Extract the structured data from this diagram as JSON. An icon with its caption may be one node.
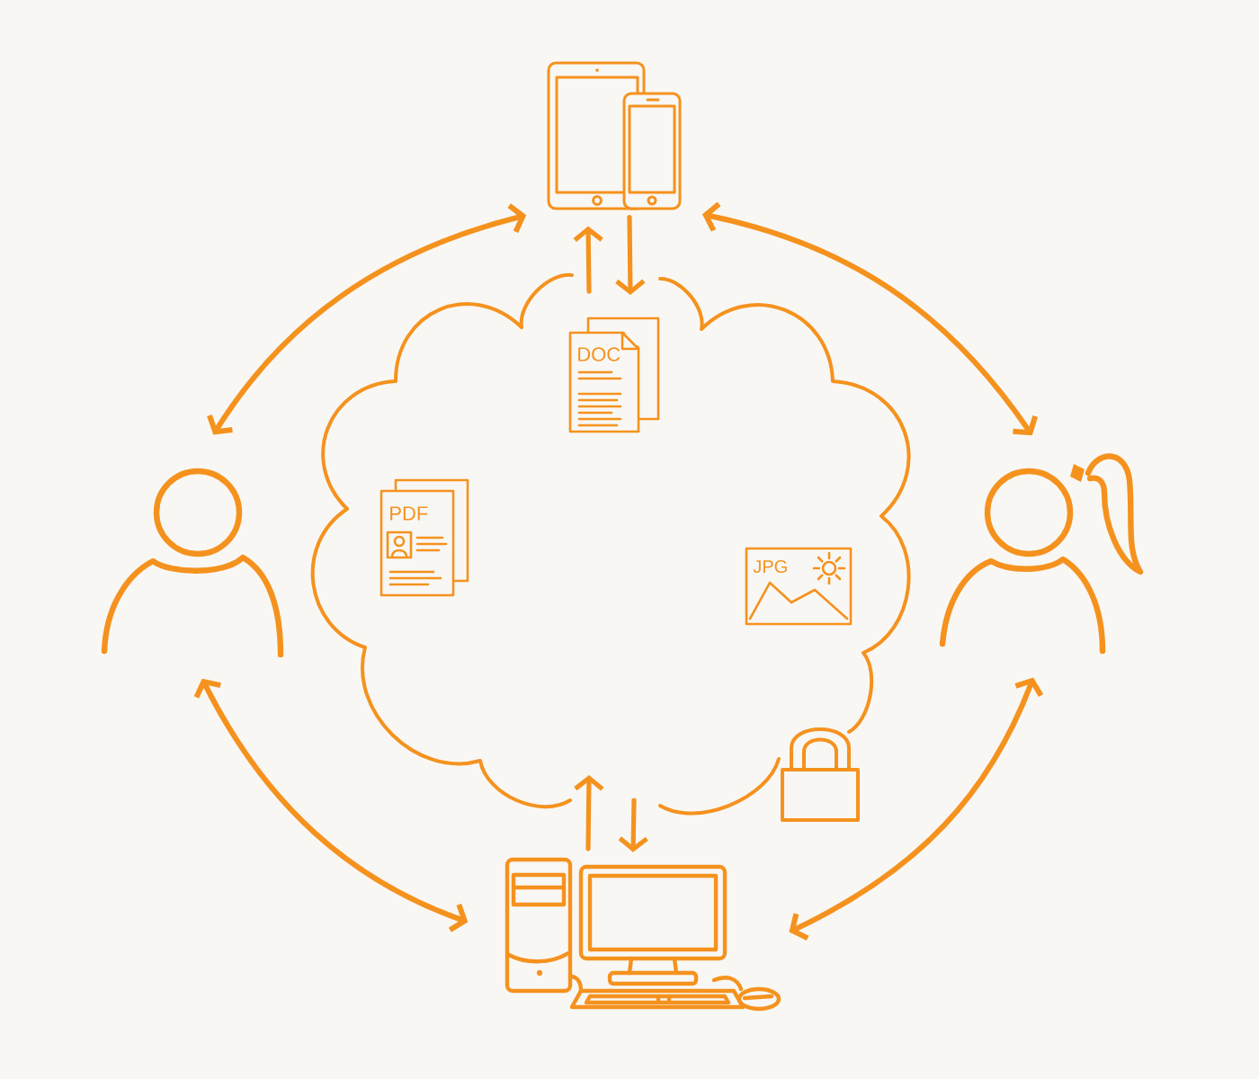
{
  "diagram": {
    "nodes": [
      {
        "text": [],
        "shape": "picture"
      },
      {
        "text": [],
        "shape": "cloud"
      },
      {
        "text": [
          "DOC"
        ],
        "in": 1
      },
      {
        "text": [
          "PDF"
        ],
        "in": 1
      },
      {
        "text": [
          "JPG"
        ],
        "in": 1
      },
      {
        "text": [],
        "shape": "person"
      },
      {
        "text": [],
        "shape": "person"
      },
      {
        "text": [],
        "shape": "picture"
      }
    ],
    "edges": [
      {
        "from": 5,
        "to": 0,
        "arrow": "both"
      },
      {
        "from": 0,
        "to": 6,
        "arrow": "both"
      },
      {
        "from": 5,
        "to": 7,
        "arrow": "both"
      },
      {
        "from": 6,
        "to": 7,
        "arrow": "both"
      },
      {
        "from": 1,
        "to": 0,
        "arrow": "to"
      },
      {
        "from": 0,
        "to": 1,
        "arrow": "to"
      },
      {
        "from": 7,
        "to": 1,
        "arrow": "to"
      },
      {
        "from": 1,
        "to": 7,
        "arrow": "to"
      }
    ]
  }
}
